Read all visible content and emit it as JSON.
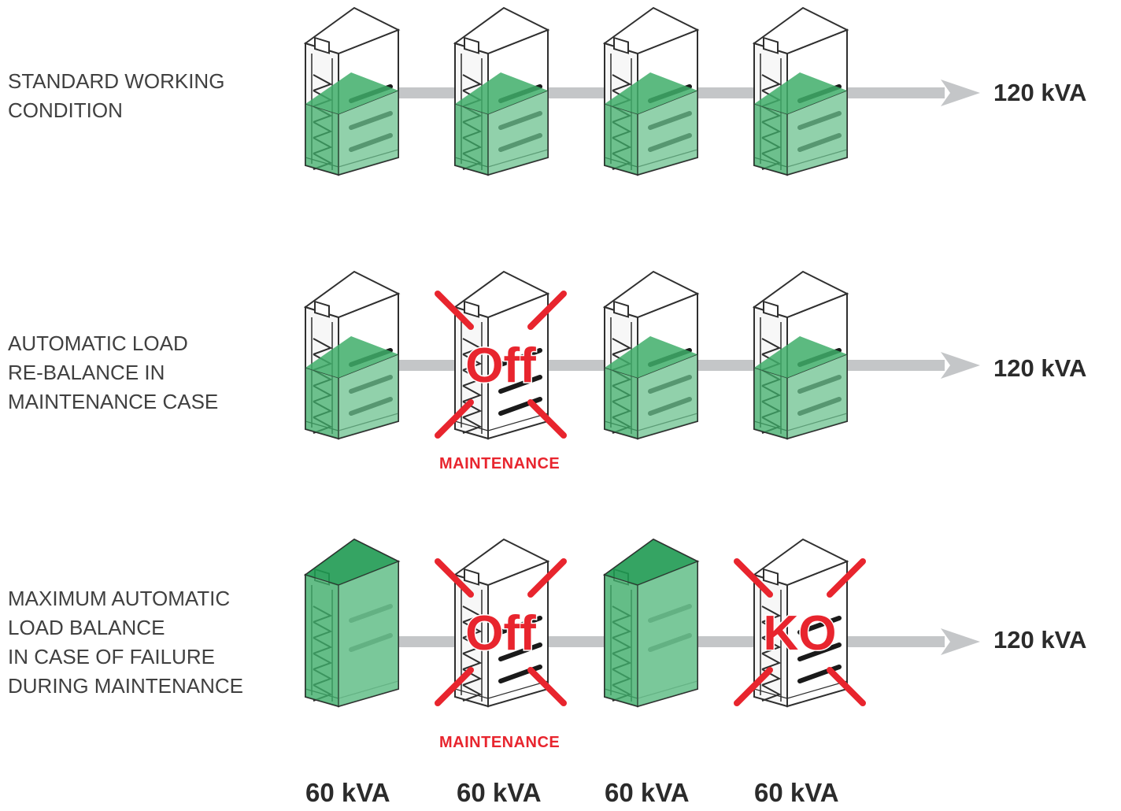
{
  "colors": {
    "arrow": "#c4c6c8",
    "cabinet_outline": "#2f2f2f",
    "cabinet_fill": "#f7f7f7",
    "load_green": "#3fae6a",
    "load_green_light": "#6cc28f",
    "full_green_dark": "#1f9a52",
    "cross_red": "#e8252e",
    "vent_black": "#1a1a1a"
  },
  "rows": [
    {
      "label": "STANDARD WORKING\nCONDITION",
      "output": "120 kVA",
      "units": [
        {
          "state": "load-partial",
          "status_text": "",
          "mark": ""
        },
        {
          "state": "load-partial",
          "status_text": "",
          "mark": ""
        },
        {
          "state": "load-partial",
          "status_text": "",
          "mark": ""
        },
        {
          "state": "load-partial",
          "status_text": "",
          "mark": ""
        }
      ]
    },
    {
      "label": "AUTOMATIC LOAD\nRE-BALANCE IN\nMAINTENANCE CASE",
      "output": "120 kVA",
      "units": [
        {
          "state": "load-partial",
          "status_text": "",
          "mark": ""
        },
        {
          "state": "off",
          "status_text": "MAINTENANCE",
          "mark": "Off"
        },
        {
          "state": "load-partial",
          "status_text": "",
          "mark": ""
        },
        {
          "state": "load-partial",
          "status_text": "",
          "mark": ""
        }
      ]
    },
    {
      "label": "MAXIMUM AUTOMATIC\nLOAD BALANCE\nIN CASE OF FAILURE\nDURING MAINTENANCE",
      "output": "120 kVA",
      "units": [
        {
          "state": "load-full",
          "status_text": "",
          "mark": ""
        },
        {
          "state": "off",
          "status_text": "MAINTENANCE",
          "mark": "Off"
        },
        {
          "state": "load-full",
          "status_text": "",
          "mark": ""
        },
        {
          "state": "failed",
          "status_text": "",
          "mark": "KO"
        }
      ]
    }
  ],
  "unit_capacities": [
    "60 kVA",
    "60 kVA",
    "60 kVA",
    "60 kVA"
  ]
}
